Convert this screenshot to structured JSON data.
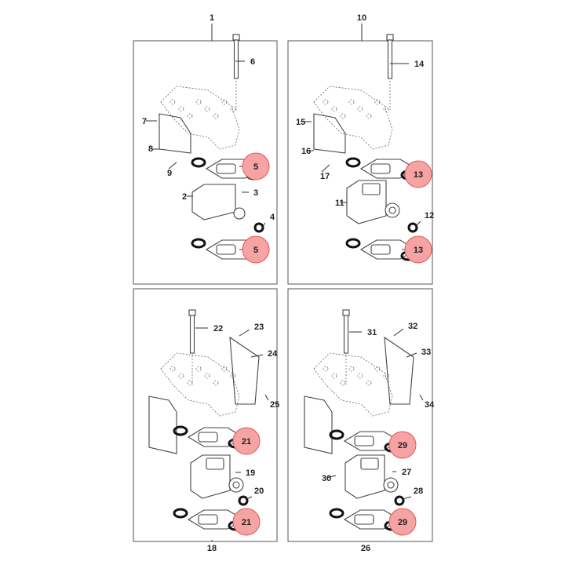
{
  "diagram": {
    "panels": [
      {
        "assembly": "1",
        "callouts": [
          "6",
          "7",
          "8",
          "9",
          "5",
          "2",
          "3",
          "4",
          "5"
        ],
        "highlighted": "5"
      },
      {
        "assembly": "10",
        "callouts": [
          "14",
          "15",
          "16",
          "17",
          "13",
          "11",
          "12",
          "13"
        ],
        "highlighted": "13"
      },
      {
        "assembly": "18",
        "callouts": [
          "22",
          "23",
          "24",
          "25",
          "21",
          "19",
          "20",
          "21"
        ],
        "highlighted": "21"
      },
      {
        "assembly": "26",
        "callouts": [
          "31",
          "32",
          "33",
          "34",
          "29",
          "30",
          "27",
          "28",
          "29"
        ],
        "highlighted": "29"
      }
    ],
    "highlight_color": "#f5a3a3"
  }
}
